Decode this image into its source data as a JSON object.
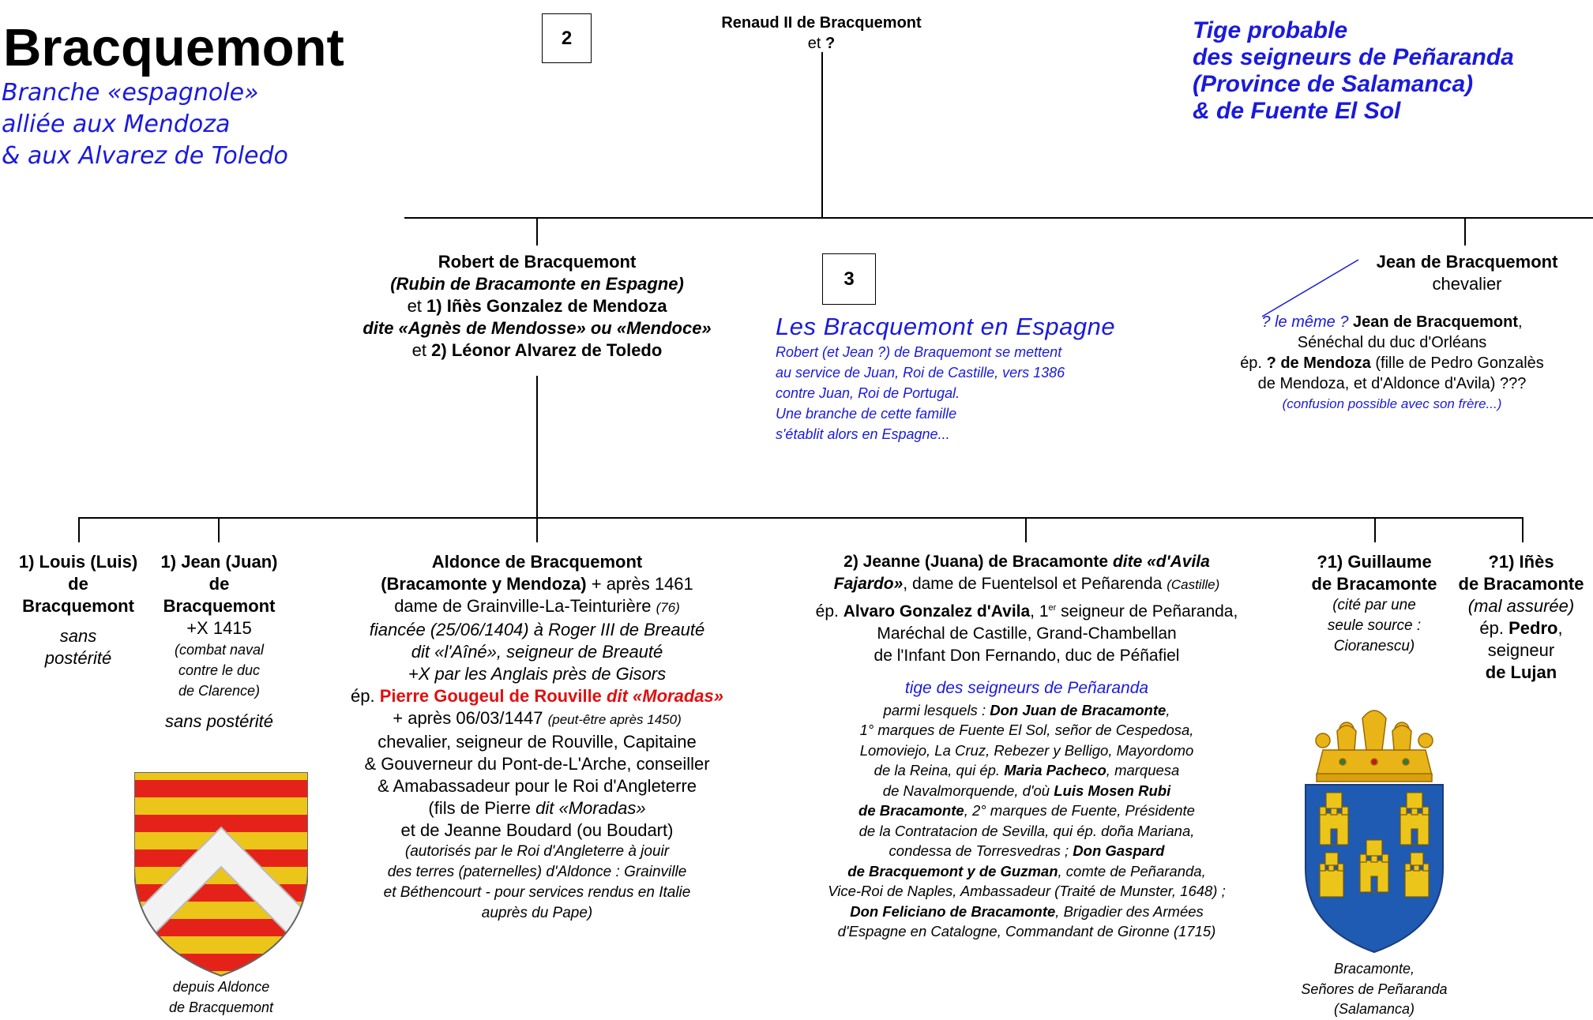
{
  "header": {
    "family": "Bracquemont",
    "subtitle": [
      "Branche «espagnole»",
      "alliée aux Mendoza",
      "& aux Alvarez de Toledo"
    ],
    "tige": [
      "Tige probable",
      "des seigneurs de Peñaranda",
      "(Province de Salamanca)",
      "& de Fuente El Sol"
    ]
  },
  "boxes": {
    "gen2": "2",
    "gen3": "3"
  },
  "renaud": {
    "name": "Renaud II de Bracquemont",
    "et": "et",
    "spouse": "?"
  },
  "robert": {
    "name": "Robert de Bracquemont",
    "alias": "(Rubin de Bracamonte en Espagne)",
    "et1": "et",
    "spouse1": "1) Iñès Gonzalez de Mendoza",
    "spouse1_alias": "dite «Agnès de Mendosse» ou «Mendoce»",
    "et2": "et",
    "spouse2": "2) Léonor Alvarez de Toledo"
  },
  "note_spain": {
    "title": "Les Bracquemont en Espagne",
    "lines": [
      "Robert (et Jean ?) de Braquemont se mettent",
      "au service de Juan, Roi de Castille, vers 1386",
      "contre Juan, Roi de Portugal.",
      "Une branche de cette famille",
      "s'établit alors en Espagne..."
    ]
  },
  "jean_sr": {
    "name": "Jean de Bracquemont",
    "title": "chevalier",
    "q": "? le même ?",
    "alt_name": "Jean de Bracquemont",
    "alt_comma": ",",
    "l2": "Sénéchal du duc d'Orléans",
    "ep": "ép.",
    "spouse": "? de Mendoza",
    "spouse_rest": "(fille de Pedro Gonzalès",
    "l4": "de Mendoza, et d'Aldonce d'Avila) ???",
    "l5": "(confusion possible avec son frère...)"
  },
  "louis": {
    "l1": "1) Louis (Luis)",
    "l2": "de",
    "l3": "Bracquemont",
    "n1": "sans",
    "n2": "postérité"
  },
  "jean_jr": {
    "l1": "1) Jean (Juan)",
    "l2": "de",
    "l3": "Bracquemont",
    "death": "+X 1415",
    "n1": "(combat naval",
    "n2": "contre le duc",
    "n3": "de Clarence)",
    "np": "sans postérité",
    "arms1": "depuis Aldonce",
    "arms2": "de Bracquemont"
  },
  "aldonce": {
    "name": "Aldonce de Bracquemont",
    "alias": "(Bracamonte y Mendoza)",
    "death": "+ après 1461",
    "dame": "dame de Grainville-La-Teinturière",
    "dame_note": "(76)",
    "l3": "fiancée (25/06/1404) à Roger III de Breauté",
    "l4": "dit «l'Aîné», seigneur de Breauté",
    "l5": "+X par les Anglais près de Gisors",
    "ep": "ép.",
    "husband": "Pierre Gougeul de Rouville",
    "husband_alias": "dit «Moradas»",
    "l7": "+ après 06/03/1447",
    "l7_note": "(peut-être après 1450)",
    "l8": "chevalier, seigneur de Rouville, Capitaine",
    "l9": "& Gouverneur du Pont-de-L'Arche, conseiller",
    "l10": "& Amabassadeur pour le Roi d'Angleterre",
    "l11": "(fils de Pierre",
    "l11_alias": "dit «Moradas»",
    "l12": "et de Jeanne Boudard (ou Boudart)",
    "n1": "(autorisés par le Roi d'Angleterre à jouir",
    "n2": "des terres (paternelles) d'Aldonce : Grainville",
    "n3": "et Béthencourt - pour services rendus en Italie",
    "n4": "auprès du Pape)"
  },
  "jeanne": {
    "name": "2) Jeanne (Juana) de Bracamonte",
    "alias": "dite «d'Avila",
    "alias2": "Fajardo»",
    "l2": ", dame de Fuentelsol et Peñarenda",
    "l2_note": "(Castille)",
    "ep": "ép.",
    "husband": "Alvaro Gonzalez d'Avila",
    "l3_a": ", 1",
    "sup": "er",
    "l3_b": " seigneur de Peñaranda,",
    "l4": "Maréchal de Castille, Grand-Chambellan",
    "l5": "de l'Infant Don Fernando, duc de Péñafiel",
    "tige": "tige des seigneurs de Peñaranda",
    "d1": "parmi lesquels :",
    "d1b": "Don Juan de Bracamonte",
    "d2": "1° marques de Fuente El Sol, señor de Cespedosa,",
    "d3": "Lomoviejo, La Cruz, Rebezer y Belligo, Mayordomo",
    "d4": "de la Reina, qui ép.",
    "d4b": "Maria Pacheco",
    "d4c": ", marquesa",
    "d5": "de Navalmorquende, d'où",
    "d5b": "Luis Mosen Rubi",
    "d6b": "de Bracamonte",
    "d6": ", 2° marques de Fuente, Présidente",
    "d7": "de la Contratacion de Sevilla, qui ép. doña Mariana,",
    "d8": "condessa de Torresvedras ;",
    "d8b": "Don Gaspard",
    "d9b": "de Bracquemont y de Guzman",
    "d9": ", comte de Peñaranda,",
    "d10": "Vice-Roi de Naples, Ambassadeur (Traité de Munster, 1648) ;",
    "d11b": "Don Feliciano de Bracamonte",
    "d11": ", Brigadier des Armées",
    "d12": "d'Espagne en Catalogne, Commandant de Gironne (1715)"
  },
  "guillaume": {
    "l1": "?1) Guillaume",
    "l2": "de Bracamonte",
    "n1": "(cité par une",
    "n2": "seule source :",
    "n3": "Cioranescu)",
    "arms1": "Bracamonte,",
    "arms2": "Señores de Peñaranda",
    "arms3": "(Salamanca)"
  },
  "ines": {
    "l1": "?1) Iñès",
    "l2": "de Bracamonte",
    "l3": "(mal assurée)",
    "ep": "ép.",
    "husband": "Pedro",
    "comma": ",",
    "l5": "seigneur",
    "l6": "de Lujan"
  },
  "colors": {
    "blue": "#1a1adc",
    "red": "#e01010",
    "gold": "#ecc51a",
    "stripe_red": "#e52219",
    "shield_blue": "#1f5ab3"
  }
}
